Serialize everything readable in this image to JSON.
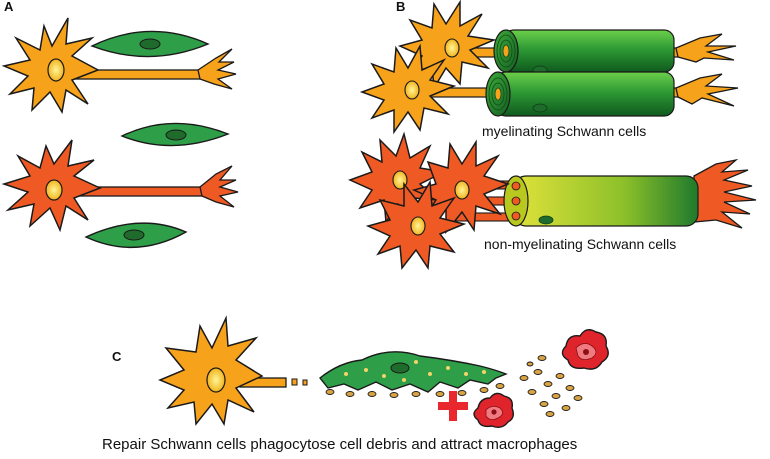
{
  "panels": {
    "a": {
      "letter": "A"
    },
    "b": {
      "letter": "B",
      "caption_myelinating": "myelinating Schwann cells",
      "caption_nonmyelinating": "non-myelinating Schwann cells"
    },
    "c": {
      "letter": "C",
      "caption": "Repair Schwann cells phagocytose cell debris and attract macrophages"
    }
  },
  "colors": {
    "orange_neuron": "#f7a21b",
    "red_neuron": "#ef5a24",
    "schwann_green": "#2f9e48",
    "myelin_dark": "#1f7a2c",
    "myelin_light": "#4db339",
    "nonmyelin_yellow": "#c8d21e",
    "macrophage_red": "#e0242b",
    "debris": "#d9a441",
    "plus_red": "#e8282c",
    "outline": "#1a1a1a"
  }
}
